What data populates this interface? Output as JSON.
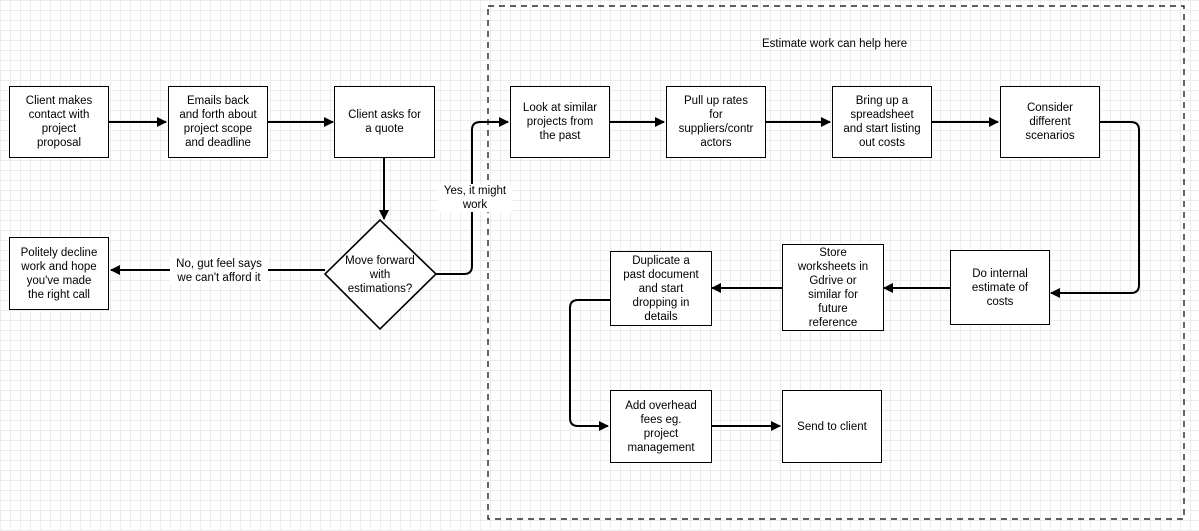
{
  "region": {
    "label": "Estimate work can help here"
  },
  "nodes": {
    "client_contact": "Client makes\ncontact with\nproject\nproposal",
    "emails_back": "Emails back\nand forth about\nproject scope\nand deadline",
    "asks_quote": "Client asks for\na quote",
    "move_forward": "Move forward\nwith\nestimations?",
    "decline": "Politely decline\nwork and hope\nyou've made\nthe right call",
    "similar_projects": "Look at similar\nprojects from\nthe past",
    "pull_rates": "Pull up rates\nfor\nsuppliers/contr\nactors",
    "spreadsheet": "Bring up a\nspreadsheet\nand start listing\nout costs",
    "scenarios": "Consider\ndifferent\nscenarios",
    "internal_estimate": "Do internal\nestimate of\ncosts",
    "store_worksheets": "Store\nworksheets in\nGdrive or\nsimilar for\nfuture\nreference",
    "duplicate_doc": "Duplicate a\npast document\nand start\ndropping in\ndetails",
    "overhead_fees": "Add overhead\nfees eg.\nproject\nmanagement",
    "send_client": "Send to client"
  },
  "edge_labels": {
    "yes": "Yes, it might\nwork",
    "no": "No, gut feel says\nwe can't afford it"
  }
}
